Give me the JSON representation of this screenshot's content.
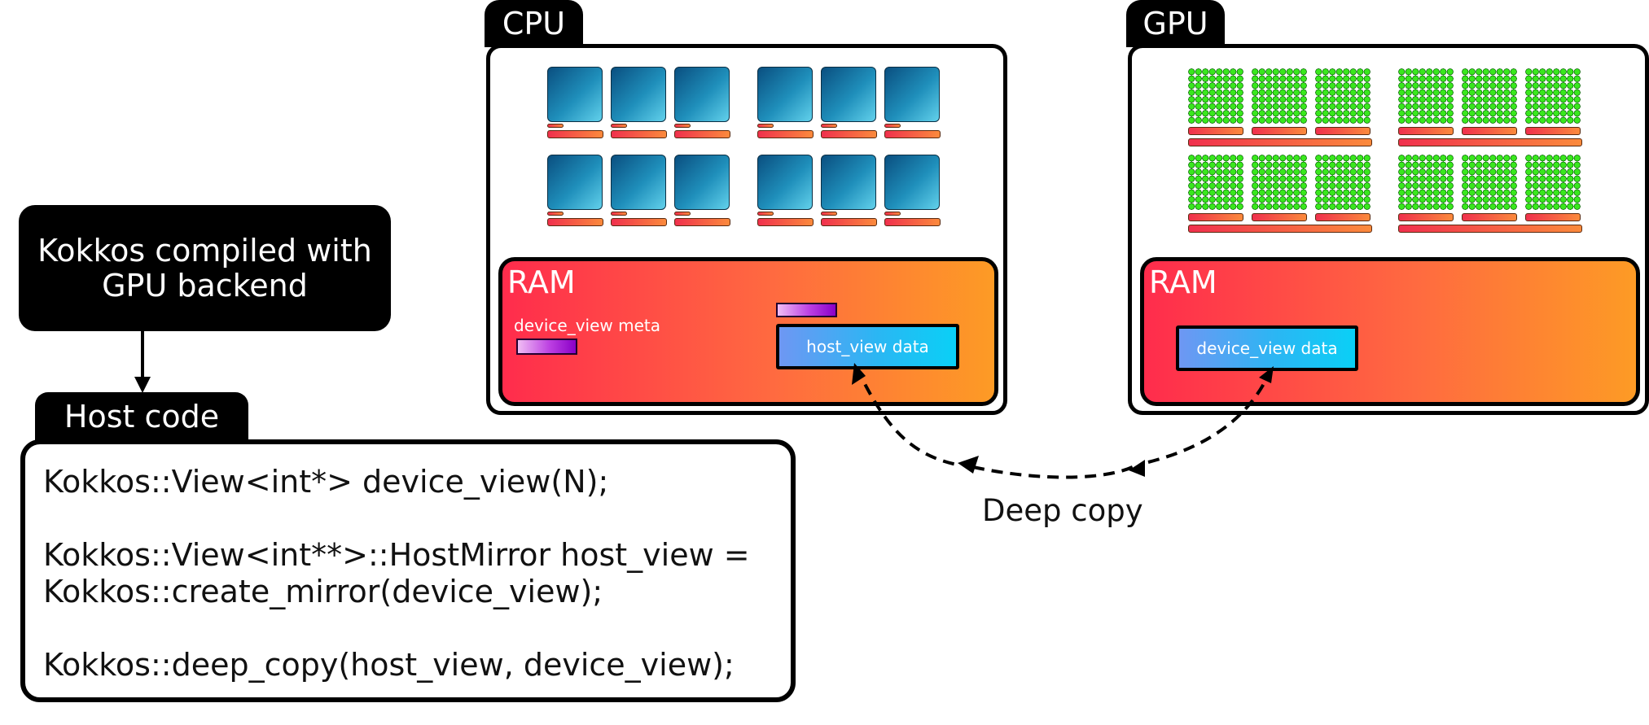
{
  "backend_box": {
    "line1": "Kokkos compiled with",
    "line2": "GPU backend"
  },
  "host_code": {
    "title": "Host code",
    "lines": [
      "Kokkos::View<int*> device_view(N);",
      "",
      "Kokkos::View<int**>::HostMirror host_view =",
      "Kokkos::create_mirror(device_view);",
      "",
      "Kokkos::deep_copy(host_view, device_view);"
    ]
  },
  "cpu": {
    "title": "CPU",
    "ram_label": "RAM",
    "meta_label": "device_view meta",
    "data_label": "host_view data"
  },
  "gpu": {
    "title": "GPU",
    "ram_label": "RAM",
    "data_label": "device_view  data"
  },
  "deep_copy_label": "Deep copy",
  "colors": {
    "ram_gradient": [
      "#ff2c4c",
      "#fd9b25"
    ],
    "core_gradient": [
      "#0a4f80",
      "#62d1eb"
    ],
    "data_gradient": [
      "#6e97f3",
      "#0ad0f6"
    ],
    "meta_gradient": [
      "#f0bdf4",
      "#8a00c7"
    ],
    "gpu_thread": "#39e81d"
  }
}
